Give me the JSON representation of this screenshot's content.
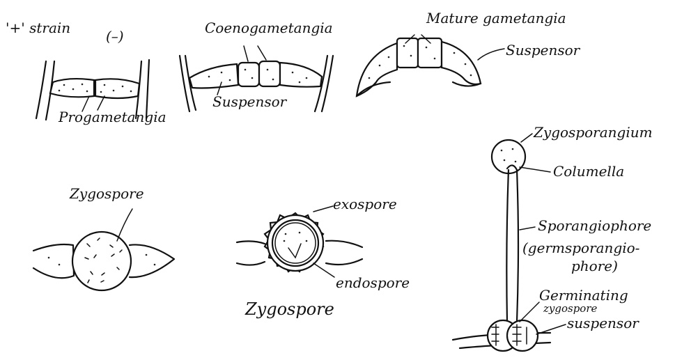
{
  "labels": {
    "plus_strain": "'+' strain",
    "minus_strain": "(–)",
    "progametangia": "Progametangia",
    "coenogametangia": "Coenogametangia",
    "suspensor_1": "Suspensor",
    "mature_gametangia": "Mature gametangia",
    "suspensor_2": "Suspensor",
    "zygospore_top": "Zygospore",
    "exospore": "exospore",
    "endospore": "endospore",
    "zygospore_caption": "Zygospore",
    "zygosporangium": "Zygosporangium",
    "columella": "Columella",
    "sporangiophore": "Sporangiophore",
    "germsporangiophore_1": "(germsporangio-",
    "germsporangiophore_2": "phore)",
    "germinating": "Germinating",
    "zygospore_small": "zygospore",
    "suspensor_3": "suspensor"
  }
}
